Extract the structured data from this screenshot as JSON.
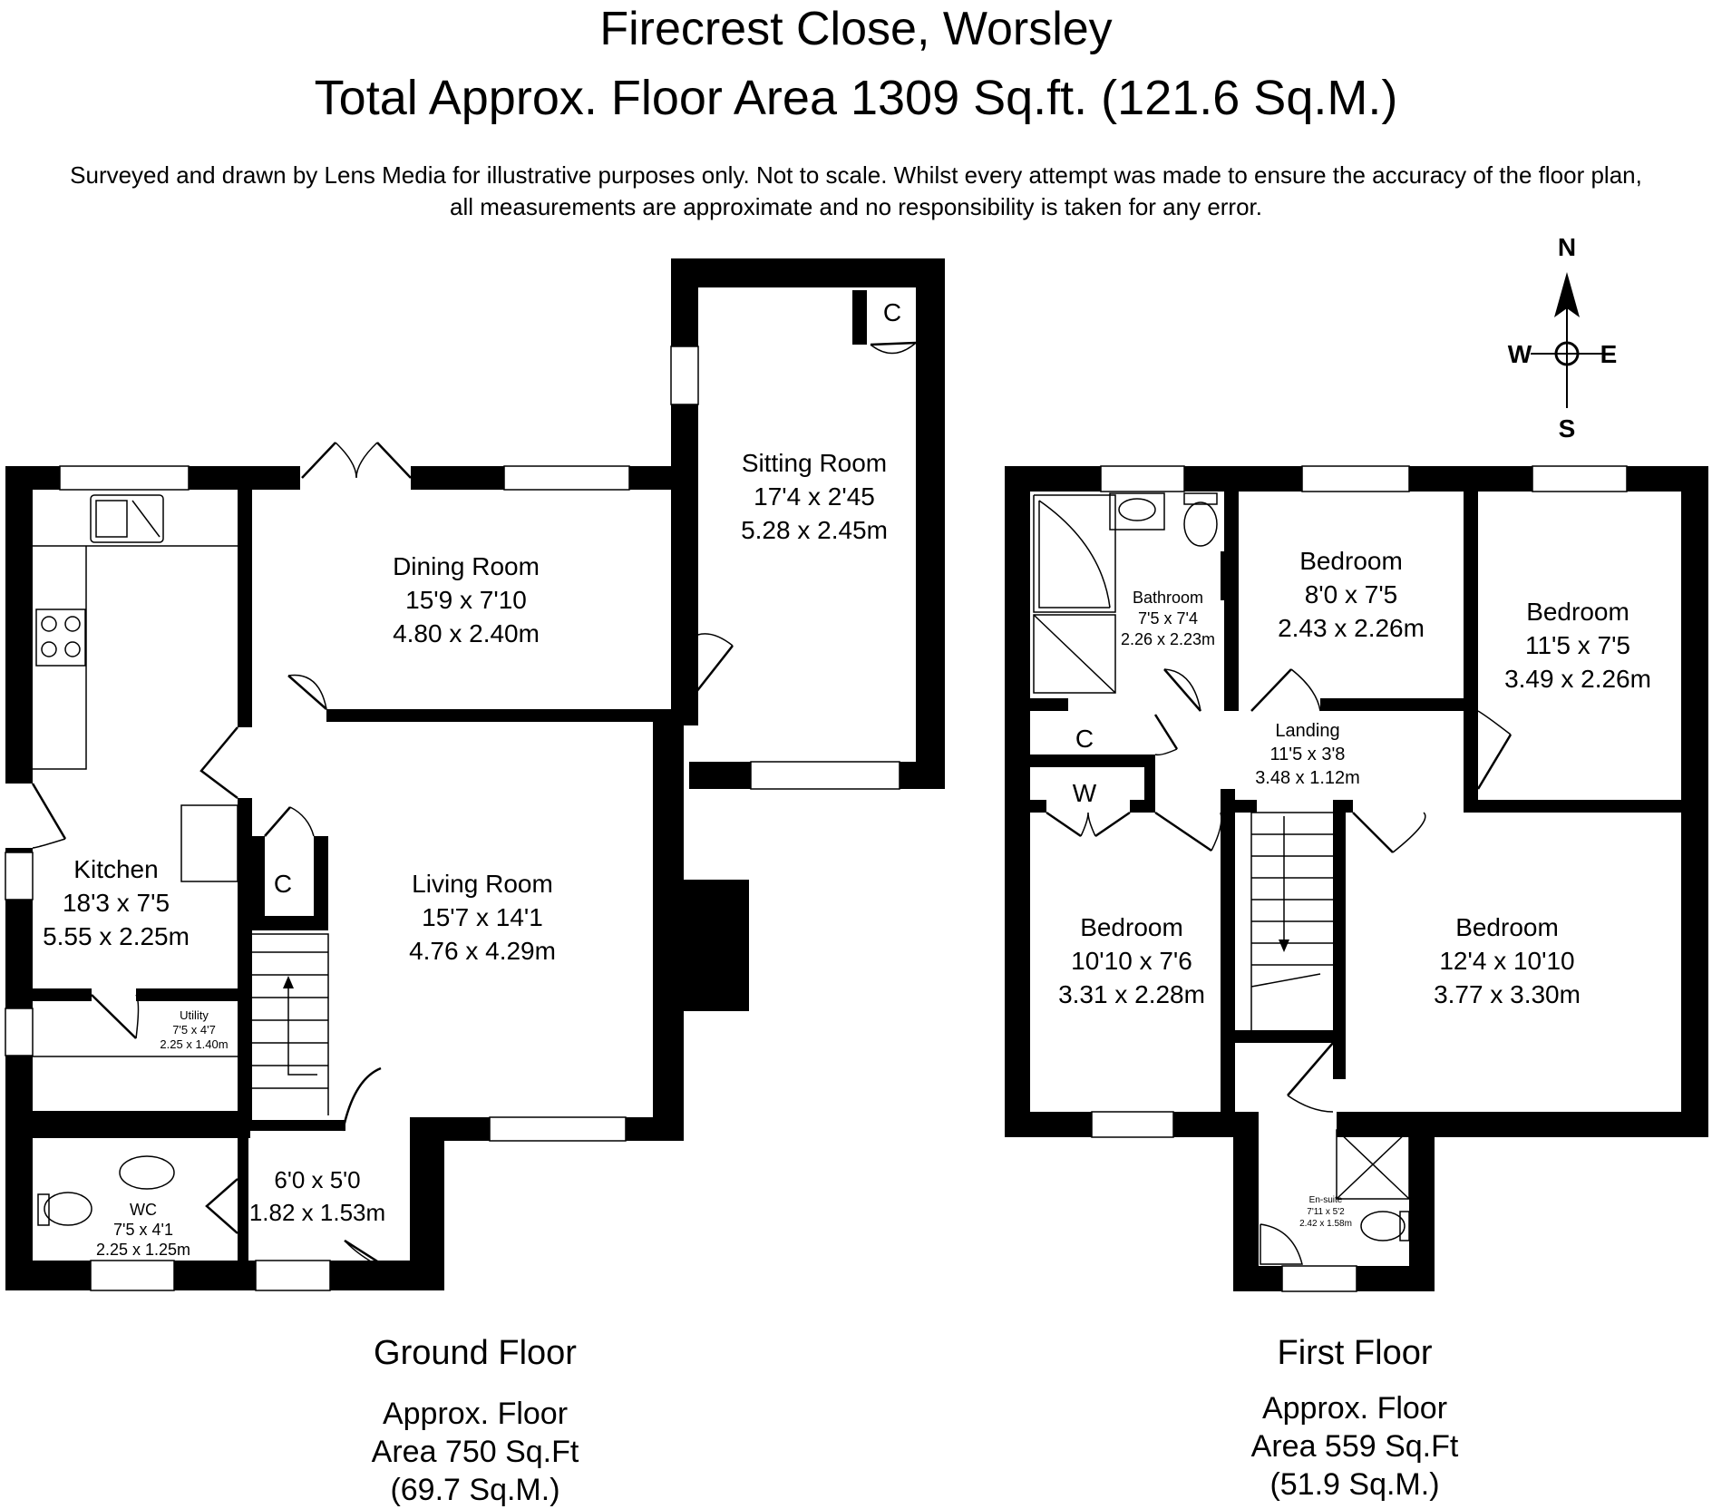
{
  "title": "Firecrest Close, Worsley",
  "subtitle": "Total Approx. Floor Area 1309 Sq.ft. (121.6 Sq.M.)",
  "disclaimer": {
    "line1": "Surveyed and drawn by Lens Media for illustrative purposes only. Not to scale. Whilst every attempt was made to ensure the accuracy of the floor plan,",
    "line2": "all measurements are approximate and no responsibility is taken for any error."
  },
  "compass": {
    "n": "N",
    "s": "S",
    "e": "E",
    "w": "W"
  },
  "ground_floor": {
    "name": "Ground Floor",
    "area_line1": "Approx. Floor",
    "area_line2": "Area 750 Sq.Ft",
    "area_line3": "(69.7 Sq.M.)",
    "rooms": {
      "kitchen": {
        "name": "Kitchen",
        "imperial": "18'3 x 7'5",
        "metric": "5.55 x 2.25m"
      },
      "dining": {
        "name": "Dining Room",
        "imperial": "15'9 x 7'10",
        "metric": "4.80 x 2.40m"
      },
      "sitting": {
        "name": "Sitting Room",
        "imperial": "17'4 x 2'45",
        "metric": "5.28 x 2.45m"
      },
      "sitting_cupboard": "C",
      "living": {
        "name": "Living Room",
        "imperial": "15'7 x 14'1",
        "metric": "4.76 x 4.29m"
      },
      "living_cupboard": "C",
      "utility": {
        "name": "Utility",
        "imperial": "7'5 x 4'7",
        "metric": "2.25 x 1.40m"
      },
      "wc": {
        "name": "WC",
        "imperial": "7'5 x 4'1",
        "metric": "2.25 x 1.25m"
      },
      "hall": {
        "imperial": "6'0 x 5'0",
        "metric": "1.82 x 1.53m"
      }
    }
  },
  "first_floor": {
    "name": "First Floor",
    "area_line1": "Approx. Floor",
    "area_line2": "Area 559 Sq.Ft",
    "area_line3": "(51.9 Sq.M.)",
    "rooms": {
      "bathroom": {
        "name": "Bathroom",
        "imperial": "7'5 x 7'4",
        "metric": "2.26 x 2.23m"
      },
      "bedroom2": {
        "name": "Bedroom",
        "imperial": "8'0 x 7'5",
        "metric": "2.43 x 2.26m"
      },
      "bedroom3": {
        "name": "Bedroom",
        "imperial": "11'5 x 7'5",
        "metric": "3.49 x 2.26m"
      },
      "landing": {
        "name": "Landing",
        "imperial": "11'5 x 3'8",
        "metric": "3.48 x 1.12m"
      },
      "landing_cupboard": "C",
      "wardrobe": "W",
      "bedroom4": {
        "name": "Bedroom",
        "imperial": "10'10 x 7'6",
        "metric": "3.31 x 2.28m"
      },
      "bedroom1": {
        "name": "Bedroom",
        "imperial": "12'4 x 10'10",
        "metric": "3.77 x 3.30m"
      },
      "ensuite": {
        "name": "En-suite",
        "imperial": "7'11 x 5'2",
        "metric": "2.42 x 1.58m"
      }
    }
  }
}
